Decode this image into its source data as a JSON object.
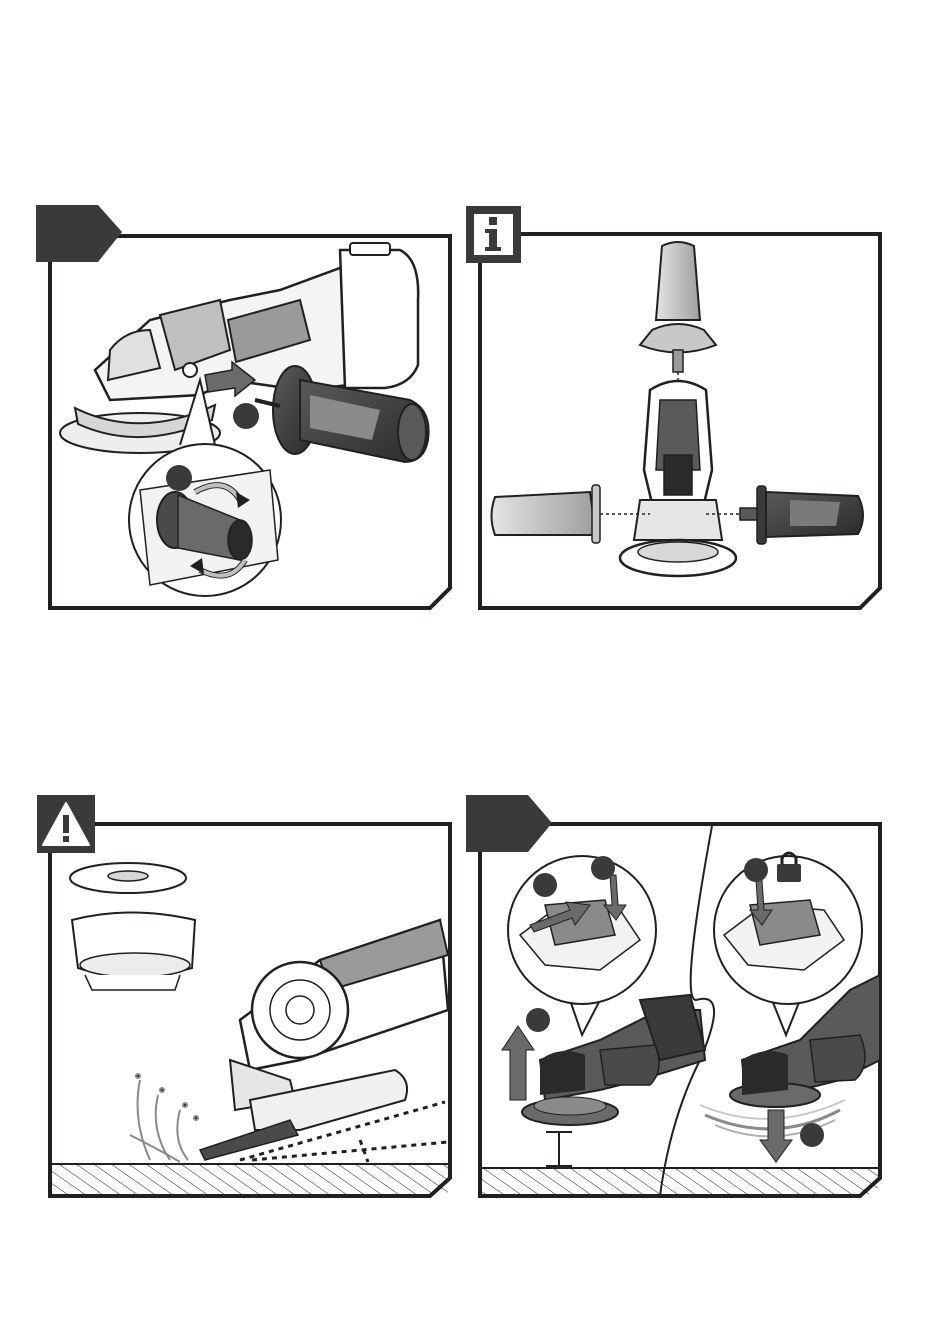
{
  "panels": [
    {
      "id": "step-1",
      "badge": "step",
      "steps": [
        "",
        ""
      ]
    },
    {
      "id": "info",
      "badge": "info",
      "badge_text": "i"
    },
    {
      "id": "warning",
      "badge": "warning",
      "badge_text": "!"
    },
    {
      "id": "step-2",
      "badge": "step",
      "steps": [
        "",
        "",
        "",
        "",
        ""
      ]
    }
  ],
  "icons": [
    "rotate-arrows-icon",
    "insert-arrow-icon",
    "padlock-icon",
    "up-arrow-icon",
    "down-arrow-icon",
    "distance-marker-icon"
  ],
  "colors": {
    "ink": "#231f20",
    "badge_dark": "#3a3a3c",
    "tool_dark": "#4a4a4c",
    "tool_mid": "#8a8a8c",
    "tool_light": "#c8c8ca"
  }
}
